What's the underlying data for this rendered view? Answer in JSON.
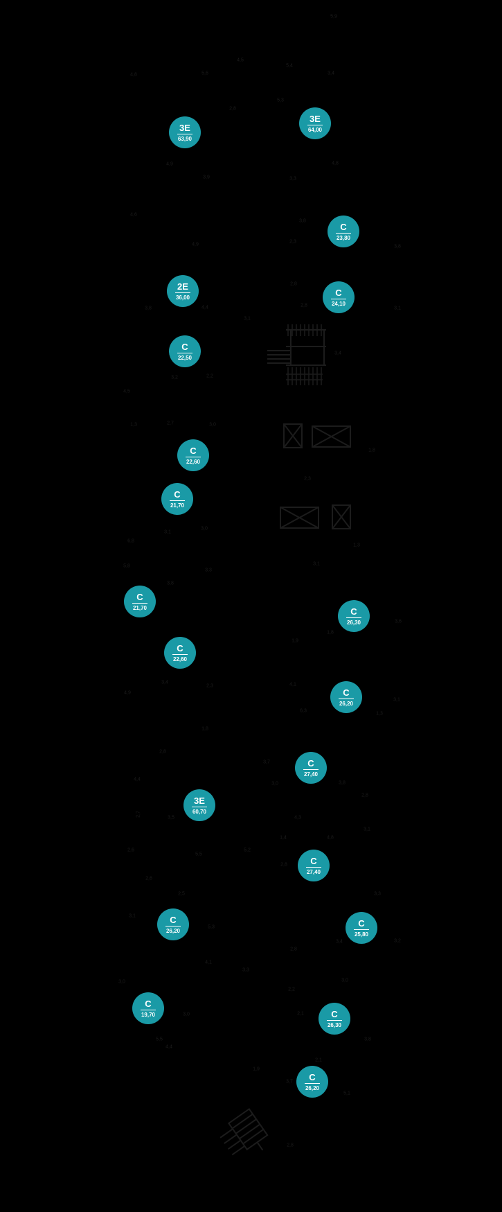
{
  "colors": {
    "background": "#000000",
    "badge": "#1a9aa6",
    "badge_text": "#ffffff",
    "linework": "#1c1c1c"
  },
  "rooms": [
    {
      "type": "3E",
      "area": "63,90"
    },
    {
      "type": "3E",
      "area": "64,00"
    },
    {
      "type": "C",
      "area": "23,80"
    },
    {
      "type": "2E",
      "area": "36,00"
    },
    {
      "type": "C",
      "area": "24,10"
    },
    {
      "type": "C",
      "area": "22,50"
    },
    {
      "type": "C",
      "area": "22,60"
    },
    {
      "type": "C",
      "area": "21,70"
    },
    {
      "type": "C",
      "area": "21,70"
    },
    {
      "type": "C",
      "area": "26,30"
    },
    {
      "type": "C",
      "area": "22,60"
    },
    {
      "type": "C",
      "area": "26,20"
    },
    {
      "type": "C",
      "area": "27,40"
    },
    {
      "type": "3E",
      "area": "60,70"
    },
    {
      "type": "C",
      "area": "27,40"
    },
    {
      "type": "C",
      "area": "26,20"
    },
    {
      "type": "C",
      "area": "25,80"
    },
    {
      "type": "C",
      "area": "19,70"
    },
    {
      "type": "C",
      "area": "26,30"
    },
    {
      "type": "C",
      "area": "26,20"
    }
  ],
  "dimensions": [
    "5,9",
    "4,5",
    "4,8",
    "5,6",
    "5,4",
    "3,4",
    "2,8",
    "5,3",
    "4,9",
    "3,9",
    "4,8",
    "3,3",
    "4,6",
    "3,8",
    "4,9",
    "2,3",
    "3,8",
    "2,8",
    "3,8",
    "4,4",
    "3,1",
    "2,8",
    "3,1",
    "3,4",
    "4,5",
    "3,2",
    "2,2",
    "1,3",
    "2,7",
    "3,0",
    "1,8",
    "2,3",
    "6,8",
    "3,1",
    "3,0",
    "3,1",
    "1,3",
    "5,8",
    "3,8",
    "3,3",
    "1,9",
    "1,8",
    "3,6",
    "3,4",
    "2,3",
    "4,9",
    "4,1",
    "6,3",
    "3,1",
    "1,8",
    "2,8",
    "3,0",
    "3,8",
    "2,8",
    "3,5",
    "5,2",
    "1,4",
    "4,8",
    "3,1",
    "2,6",
    "5,5",
    "3,1",
    "5,3",
    "2,8",
    "3,4",
    "3,2",
    "4,1",
    "3,0",
    "2,2",
    "3,0",
    "2,1",
    "3,8",
    "4,4",
    "1,9",
    "3,7",
    "5,1",
    "2,8",
    "4,4",
    "2,7",
    "1,3",
    "2,8",
    "3,0",
    "2,6",
    "3,3",
    "4,3",
    "3,7",
    "2,5",
    "3,3",
    "5,5",
    "2,1"
  ]
}
